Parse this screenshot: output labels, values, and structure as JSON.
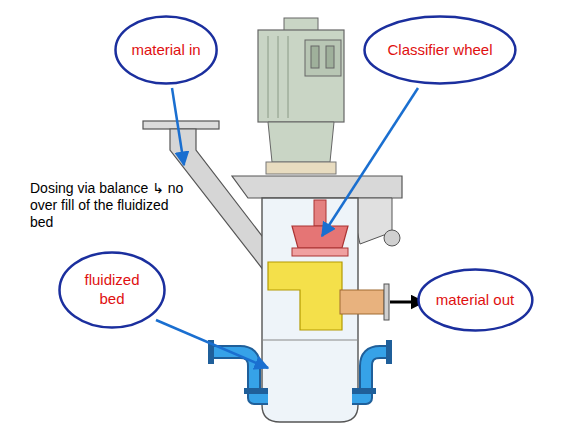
{
  "diagram": {
    "nodes": [
      {
        "text": [
          "material in"
        ]
      },
      {
        "text": [
          "Classifier wheel"
        ]
      },
      {
        "text": [
          "fluidized bed"
        ]
      },
      {
        "text": [
          "material out"
        ]
      }
    ],
    "labels": [
      "Dosing via balance ↳ no over fill of the fluidized bed"
    ]
  }
}
